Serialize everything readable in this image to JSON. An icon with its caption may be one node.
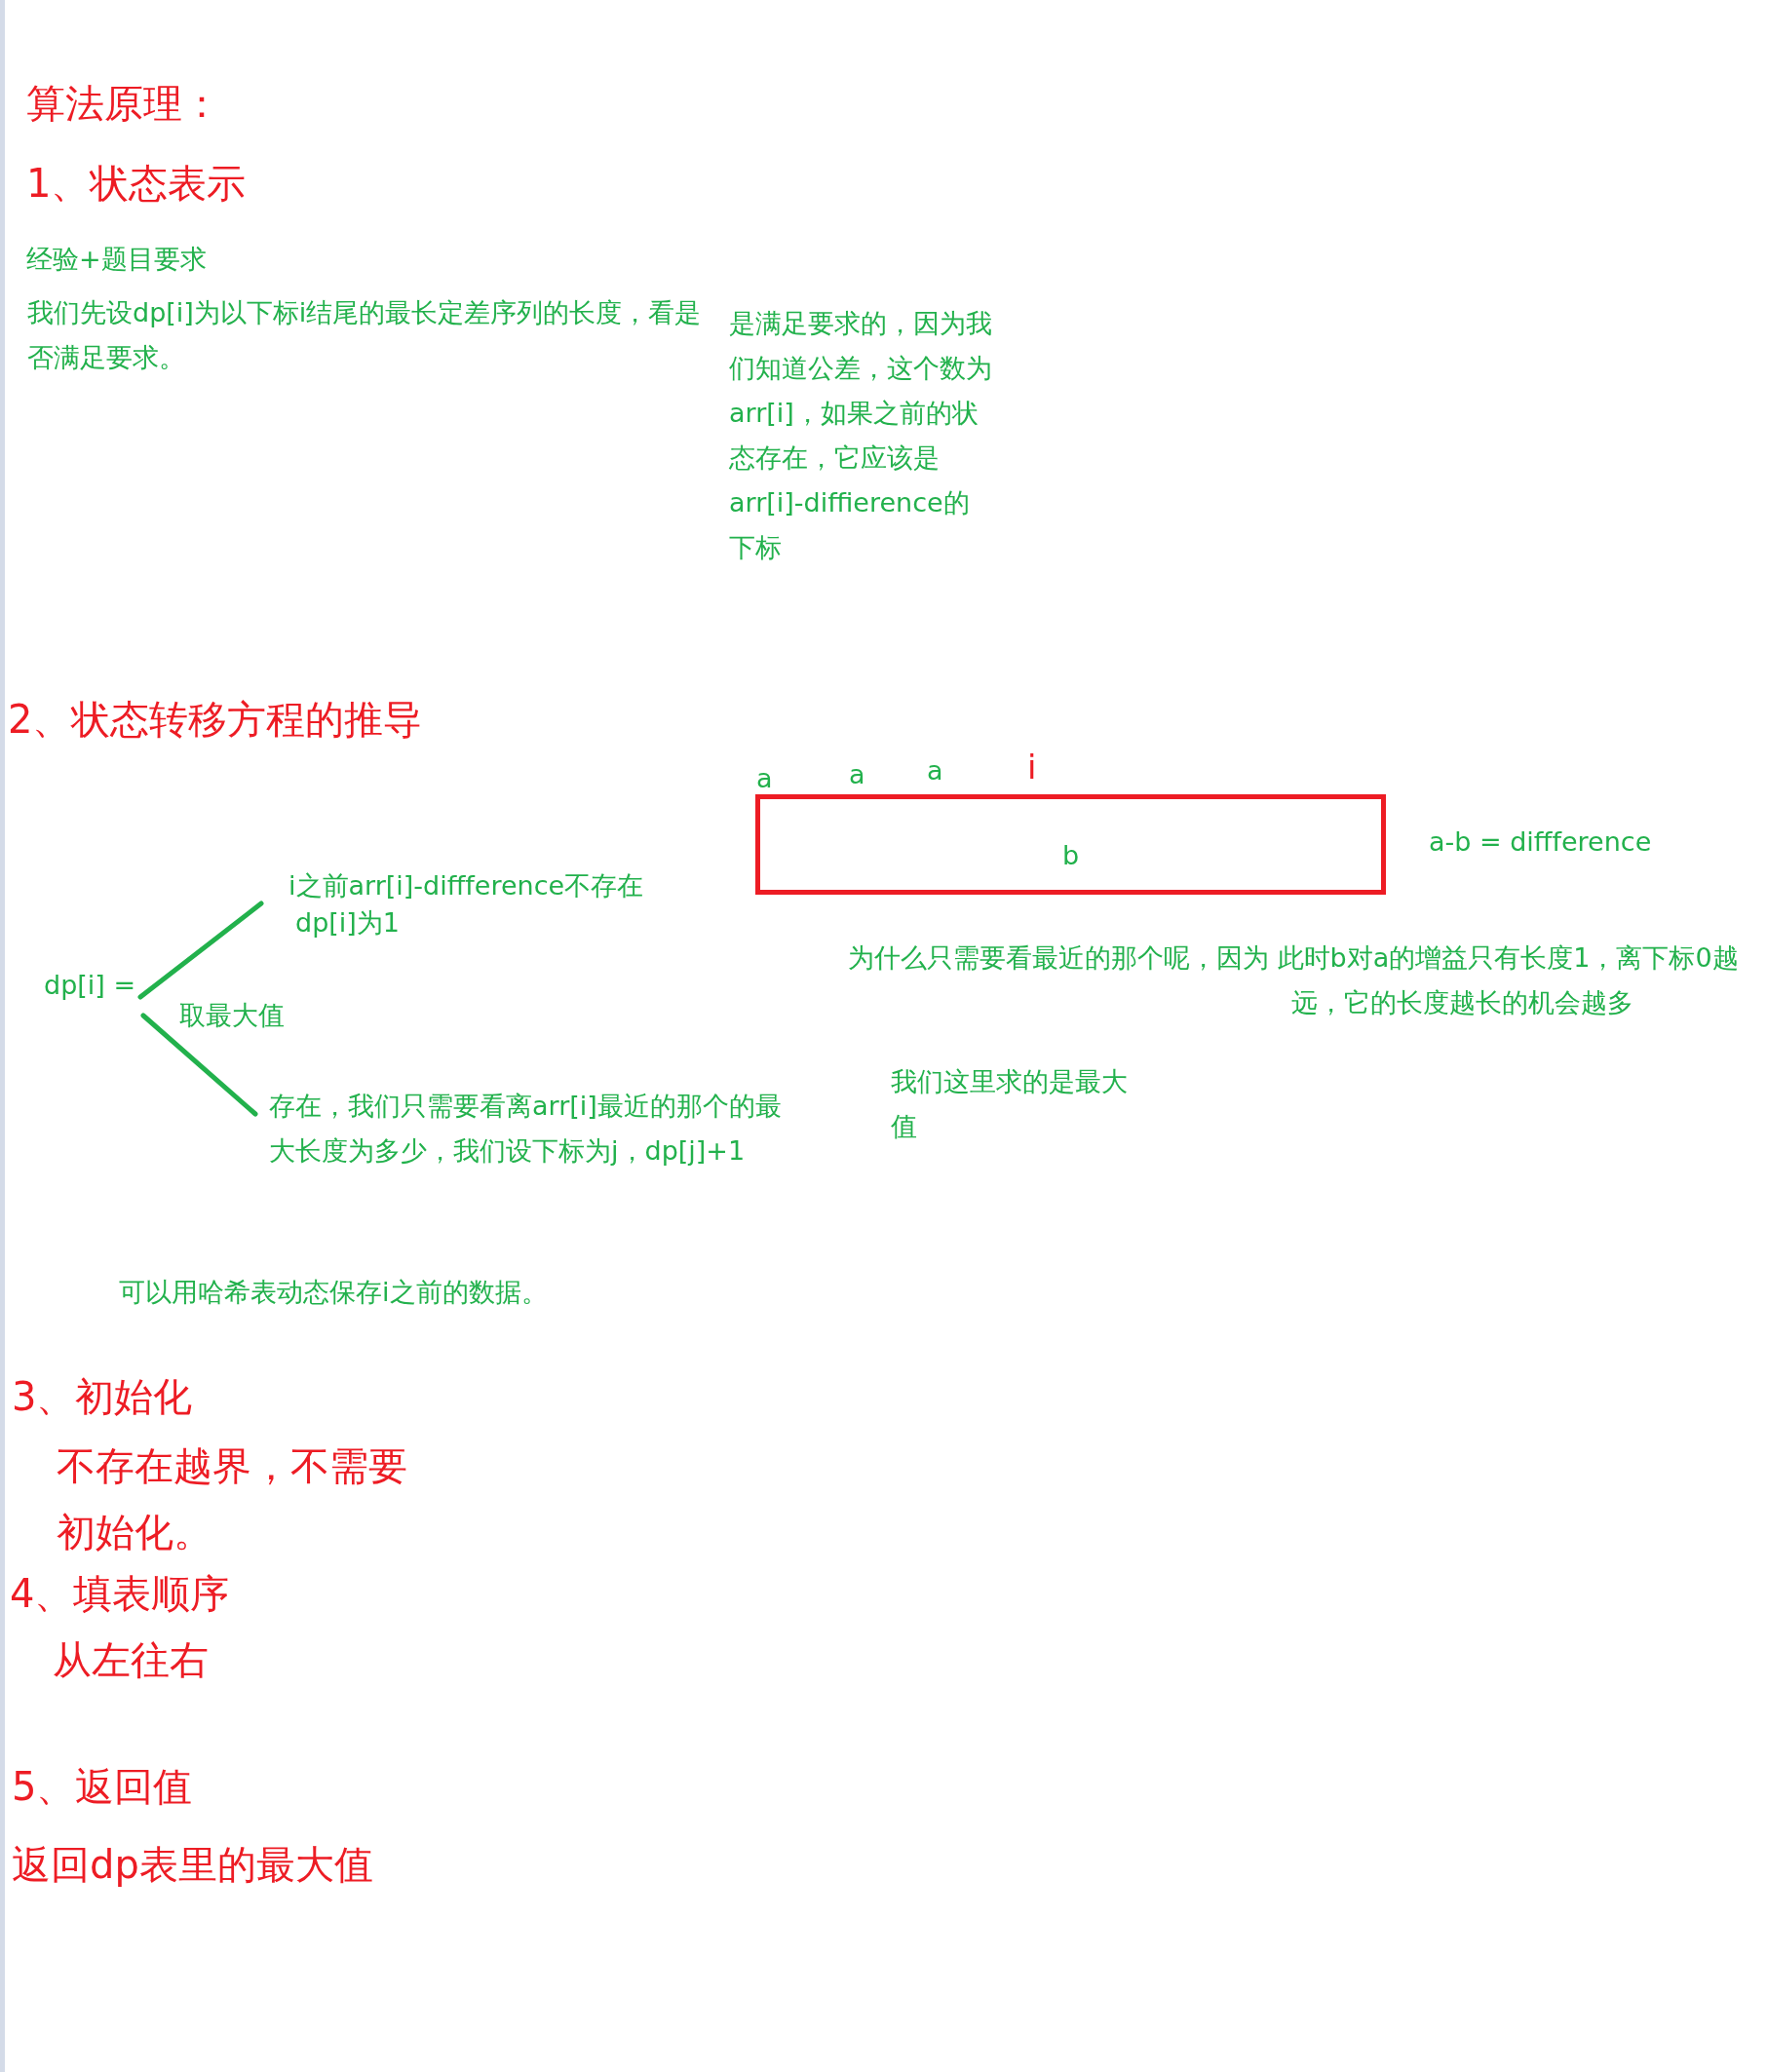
{
  "diagram": {
    "title": "算法原理：",
    "nodes": [
      {
        "text": [
          "dp[i] ="
        ]
      },
      {
        "text": [
          "i之前arr[i]-diffference不存在",
          "dp[i]为1"
        ]
      },
      {
        "text": [
          "存在，我们只需要看离arr[i]最近的那个的最大长度为多少，我们设下标为j，dp[j]+1"
        ]
      },
      {
        "text": [
          "b"
        ]
      }
    ],
    "edges": [
      {
        "from": 0,
        "to": 1,
        "arrow": "none"
      },
      {
        "from": 0,
        "to": 2,
        "arrow": "none"
      }
    ],
    "labels": [
      "1、状态表示",
      "经验+题目要求",
      "我们先设dp[i]为以下标i结尾的最长定差序列的长度，看是否满足要求。",
      "是满足要求的，因为我们知道公差，这个数为arr[i]，如果之前的状态存在，它应该是arr[i]-diffierence的下标",
      "2、状态转移方程的推导",
      "a",
      "a",
      "a",
      "i",
      "a-b = diffference",
      "为什么只需要看最近的那个呢，因为 此时b对a的增益只有长度1，离下标0越远，它的长度越长的机会越多",
      "取最大值",
      "我们这里求的是最大值",
      "可以用哈希表动态保存i之前的数据。",
      "3、初始化",
      "不存在越界，不需要初始化。",
      "4、填表顺序",
      "从左往右",
      "5、返回值",
      "返回dp表里的最大值"
    ]
  }
}
